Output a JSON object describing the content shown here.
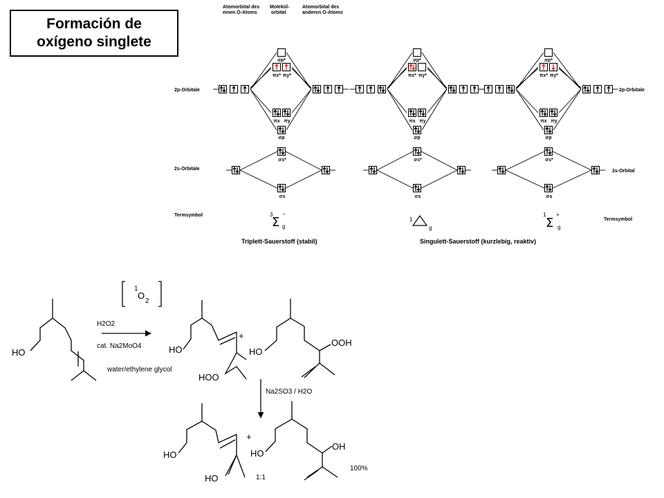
{
  "title": {
    "line1": "Formación de",
    "line2": "oxígeno singlete"
  },
  "mo_diagram": {
    "headers": {
      "left_atom_1": "Atomorbital des",
      "left_atom_2": "einen O-Atoms",
      "mol_1": "Molekül-",
      "mol_2": "orbital",
      "right_atom_1": "Atomorbital des",
      "right_atom_2": "anderen O-Atoms"
    },
    "row_labels": {
      "p_left": "2p-Orbitale",
      "s_left": "2s-Orbitale",
      "term_left": "Termsymbol",
      "p_right": "2p-Orbitale",
      "s_right": "2s-Orbital",
      "term_right": "Termsymbol"
    },
    "orbital_labels": {
      "sigma_p_star": "σp*",
      "pi_x_star": "πx*",
      "pi_y_star": "πy*",
      "pi_x": "πx",
      "pi_y": "πy",
      "sigma_p": "σp",
      "sigma_s_star": "σs*",
      "sigma_s": "σs"
    },
    "term_symbols": {
      "triplet": {
        "sup": "3",
        "sym": "Σ",
        "charge": "−",
        "sub": "g"
      },
      "delta": {
        "sup": "1",
        "sym": "Δ",
        "sub": "g"
      },
      "sigma_plus": {
        "sup": "1",
        "sym": "Σ",
        "charge": "+",
        "sub": "g"
      }
    },
    "captions": {
      "triplet": "Triplett-Sauerstoff (stabil)",
      "singlet": "Singulett-Sauerstoff (kurzlebig, reaktiv)"
    },
    "colors": {
      "unpaired_pi_star": "#e02020",
      "line": "#000000"
    }
  },
  "reaction": {
    "reactive_species": {
      "sup": "1",
      "main": "O",
      "sub": "2"
    },
    "reagents_top": {
      "h2o2": "H2O2",
      "catalyst": "cat. Na2MoO4",
      "solvent": "water/ethylene glycol"
    },
    "reagents_down": "Na2SO3 / H2O",
    "plus": "+",
    "labels": {
      "ho": "HO",
      "hoo": "HOO",
      "ooh": "OOH",
      "oh": "OH"
    },
    "ratio": "1:1",
    "yield": "100%"
  }
}
